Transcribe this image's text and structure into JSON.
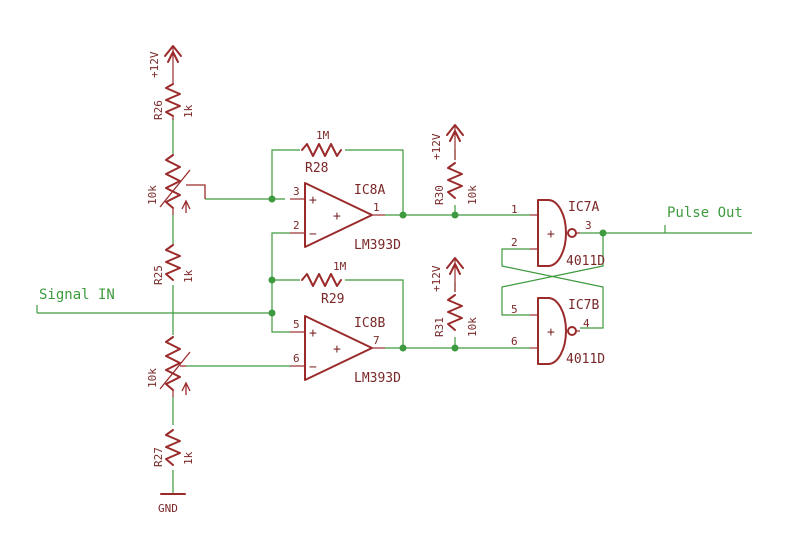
{
  "nets": {
    "signal_in": "Signal IN",
    "pulse_out": "Pulse Out"
  },
  "power": {
    "vcc": "+12V",
    "gnd": "GND"
  },
  "resistors": {
    "r26": {
      "name": "R26",
      "value": "1k"
    },
    "r25": {
      "name": "R25",
      "value": "1k"
    },
    "r27": {
      "name": "R27",
      "value": "1k"
    },
    "r28": {
      "name": "R28",
      "value": "1M"
    },
    "r29": {
      "name": "R29",
      "value": "1M"
    },
    "r30": {
      "name": "R30",
      "value": "10k"
    },
    "r31": {
      "name": "R31",
      "value": "10k"
    }
  },
  "trimpots": {
    "upper": {
      "value": "10k"
    },
    "lower": {
      "value": "10k"
    }
  },
  "comparators": {
    "ic8a": {
      "name": "IC8A",
      "part": "LM393D",
      "pins": [
        "3",
        "2",
        "1"
      ]
    },
    "ic8b": {
      "name": "IC8B",
      "part": "LM393D",
      "pins": [
        "5",
        "6",
        "7"
      ]
    }
  },
  "gates": {
    "ic7a": {
      "name": "IC7A",
      "part": "4011D",
      "pins": [
        "1",
        "2",
        "3"
      ]
    },
    "ic7b": {
      "name": "IC7B",
      "part": "4011D",
      "pins": [
        "5",
        "6",
        "4"
      ]
    }
  },
  "symbols": {
    "plus": "+",
    "minus": "−"
  }
}
